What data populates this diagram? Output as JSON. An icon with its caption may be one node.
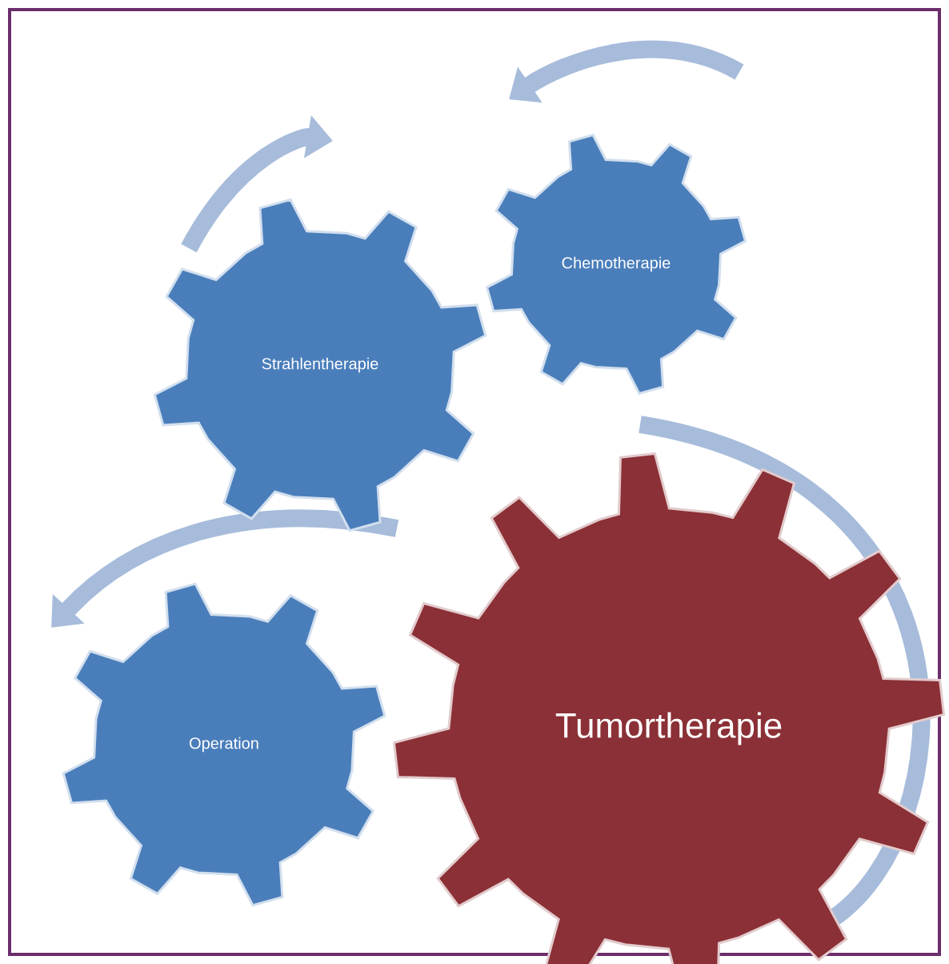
{
  "diagram": {
    "nodes": [
      {
        "text": [
          "Chemotherapie"
        ]
      },
      {
        "text": [
          "Strahlentherapie"
        ]
      },
      {
        "text": [
          "Operation"
        ]
      },
      {
        "text": [
          "Tumortherapie"
        ]
      }
    ]
  }
}
